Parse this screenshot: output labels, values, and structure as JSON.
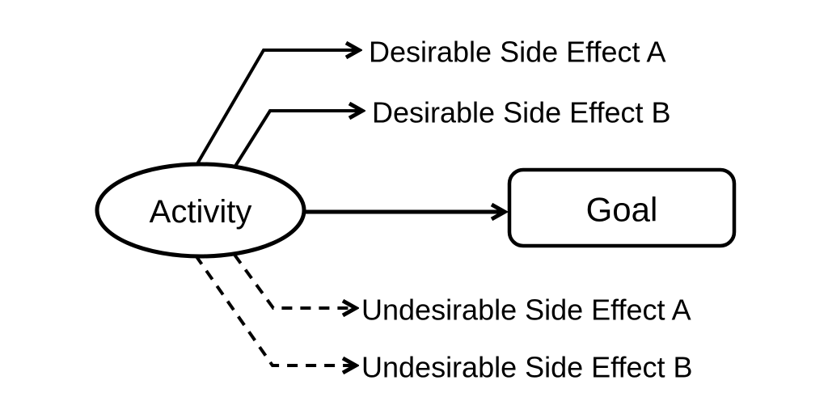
{
  "colors": {
    "ink": "#000000",
    "background": "#ffffff"
  },
  "nodes": {
    "activity": {
      "label": "Activity",
      "shape": "ellipse"
    },
    "goal": {
      "label": "Goal",
      "shape": "rounded-rectangle"
    }
  },
  "effects": {
    "desirable_a": {
      "label": "Desirable Side Effect A",
      "line_style": "solid"
    },
    "desirable_b": {
      "label": "Desirable Side Effect B",
      "line_style": "solid"
    },
    "undesirable_a": {
      "label": "Undesirable Side Effect A",
      "line_style": "dashed"
    },
    "undesirable_b": {
      "label": "Undesirable Side Effect B",
      "line_style": "dashed"
    }
  }
}
